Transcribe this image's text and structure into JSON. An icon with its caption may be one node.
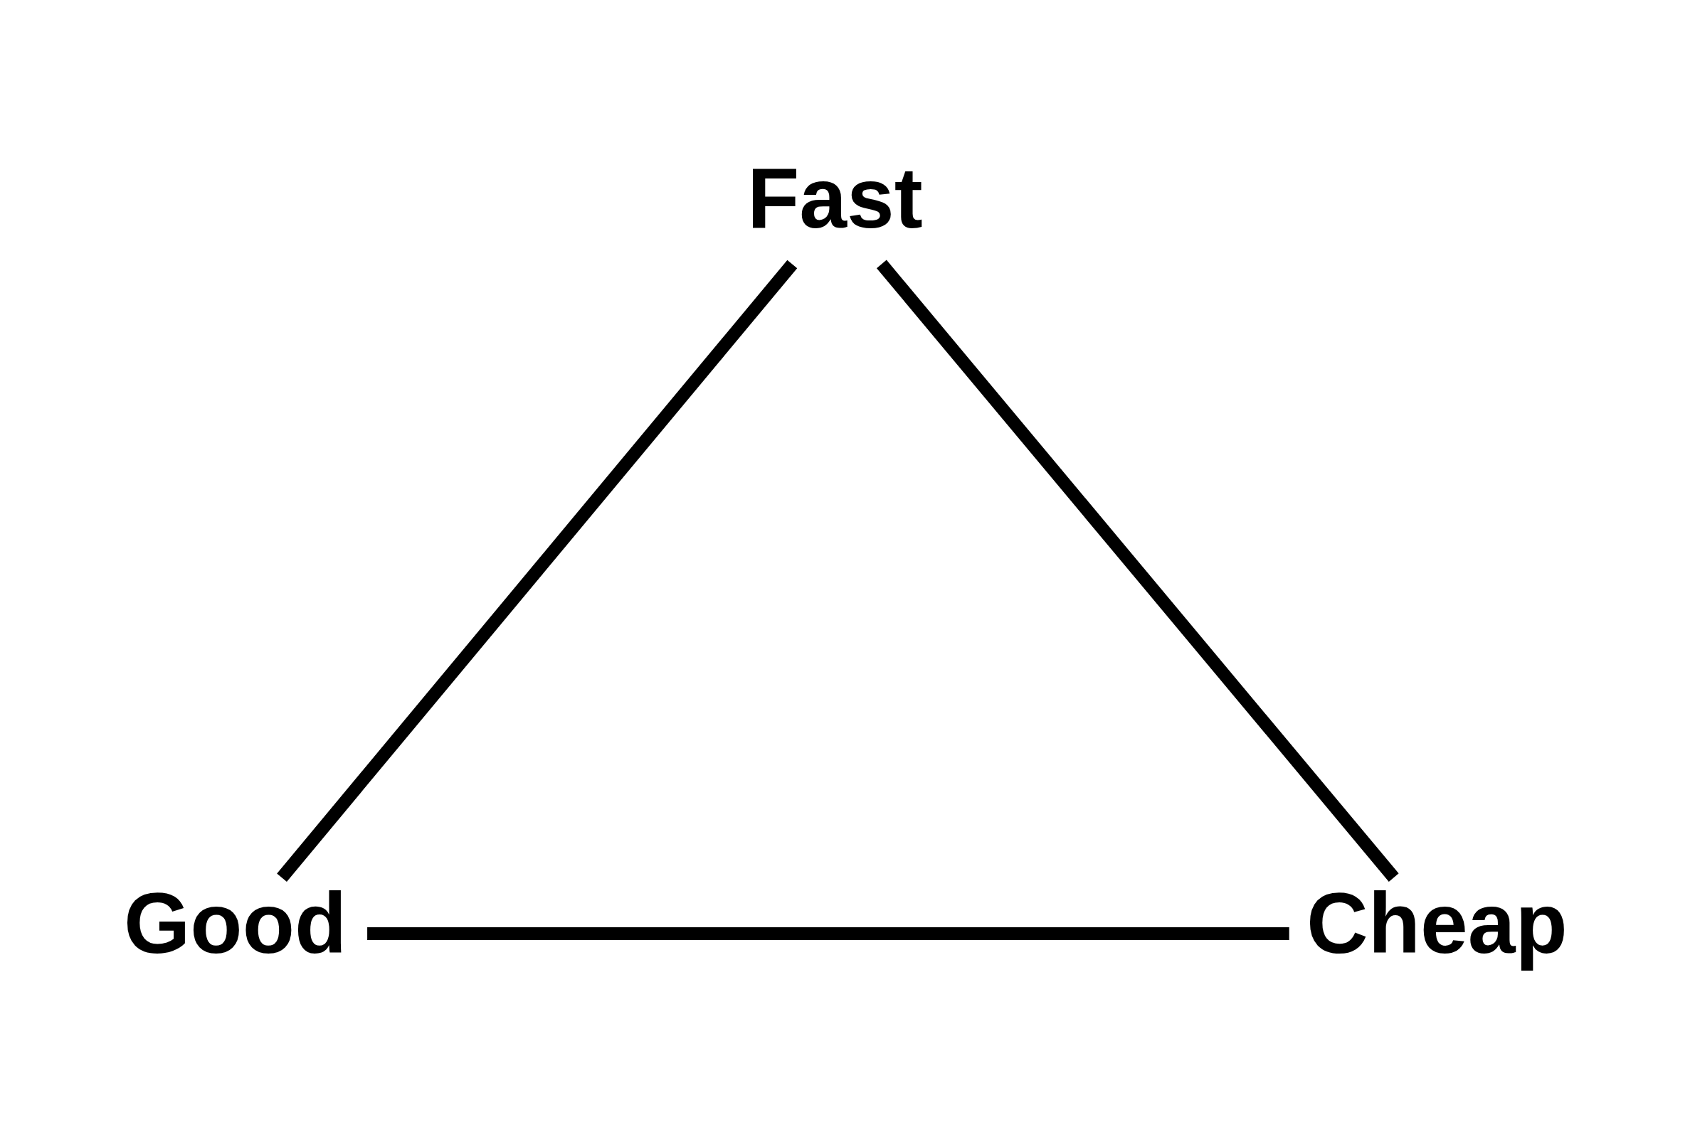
{
  "diagram": {
    "nodes": [
      {
        "text": [
          "Fast"
        ]
      },
      {
        "text": [
          "Good"
        ]
      },
      {
        "text": [
          "Cheap"
        ]
      }
    ],
    "edges": [
      {
        "from": 0,
        "to": 1,
        "arrow": "none"
      },
      {
        "from": 0,
        "to": 2,
        "arrow": "none"
      },
      {
        "from": 1,
        "to": 2,
        "arrow": "none"
      }
    ]
  }
}
